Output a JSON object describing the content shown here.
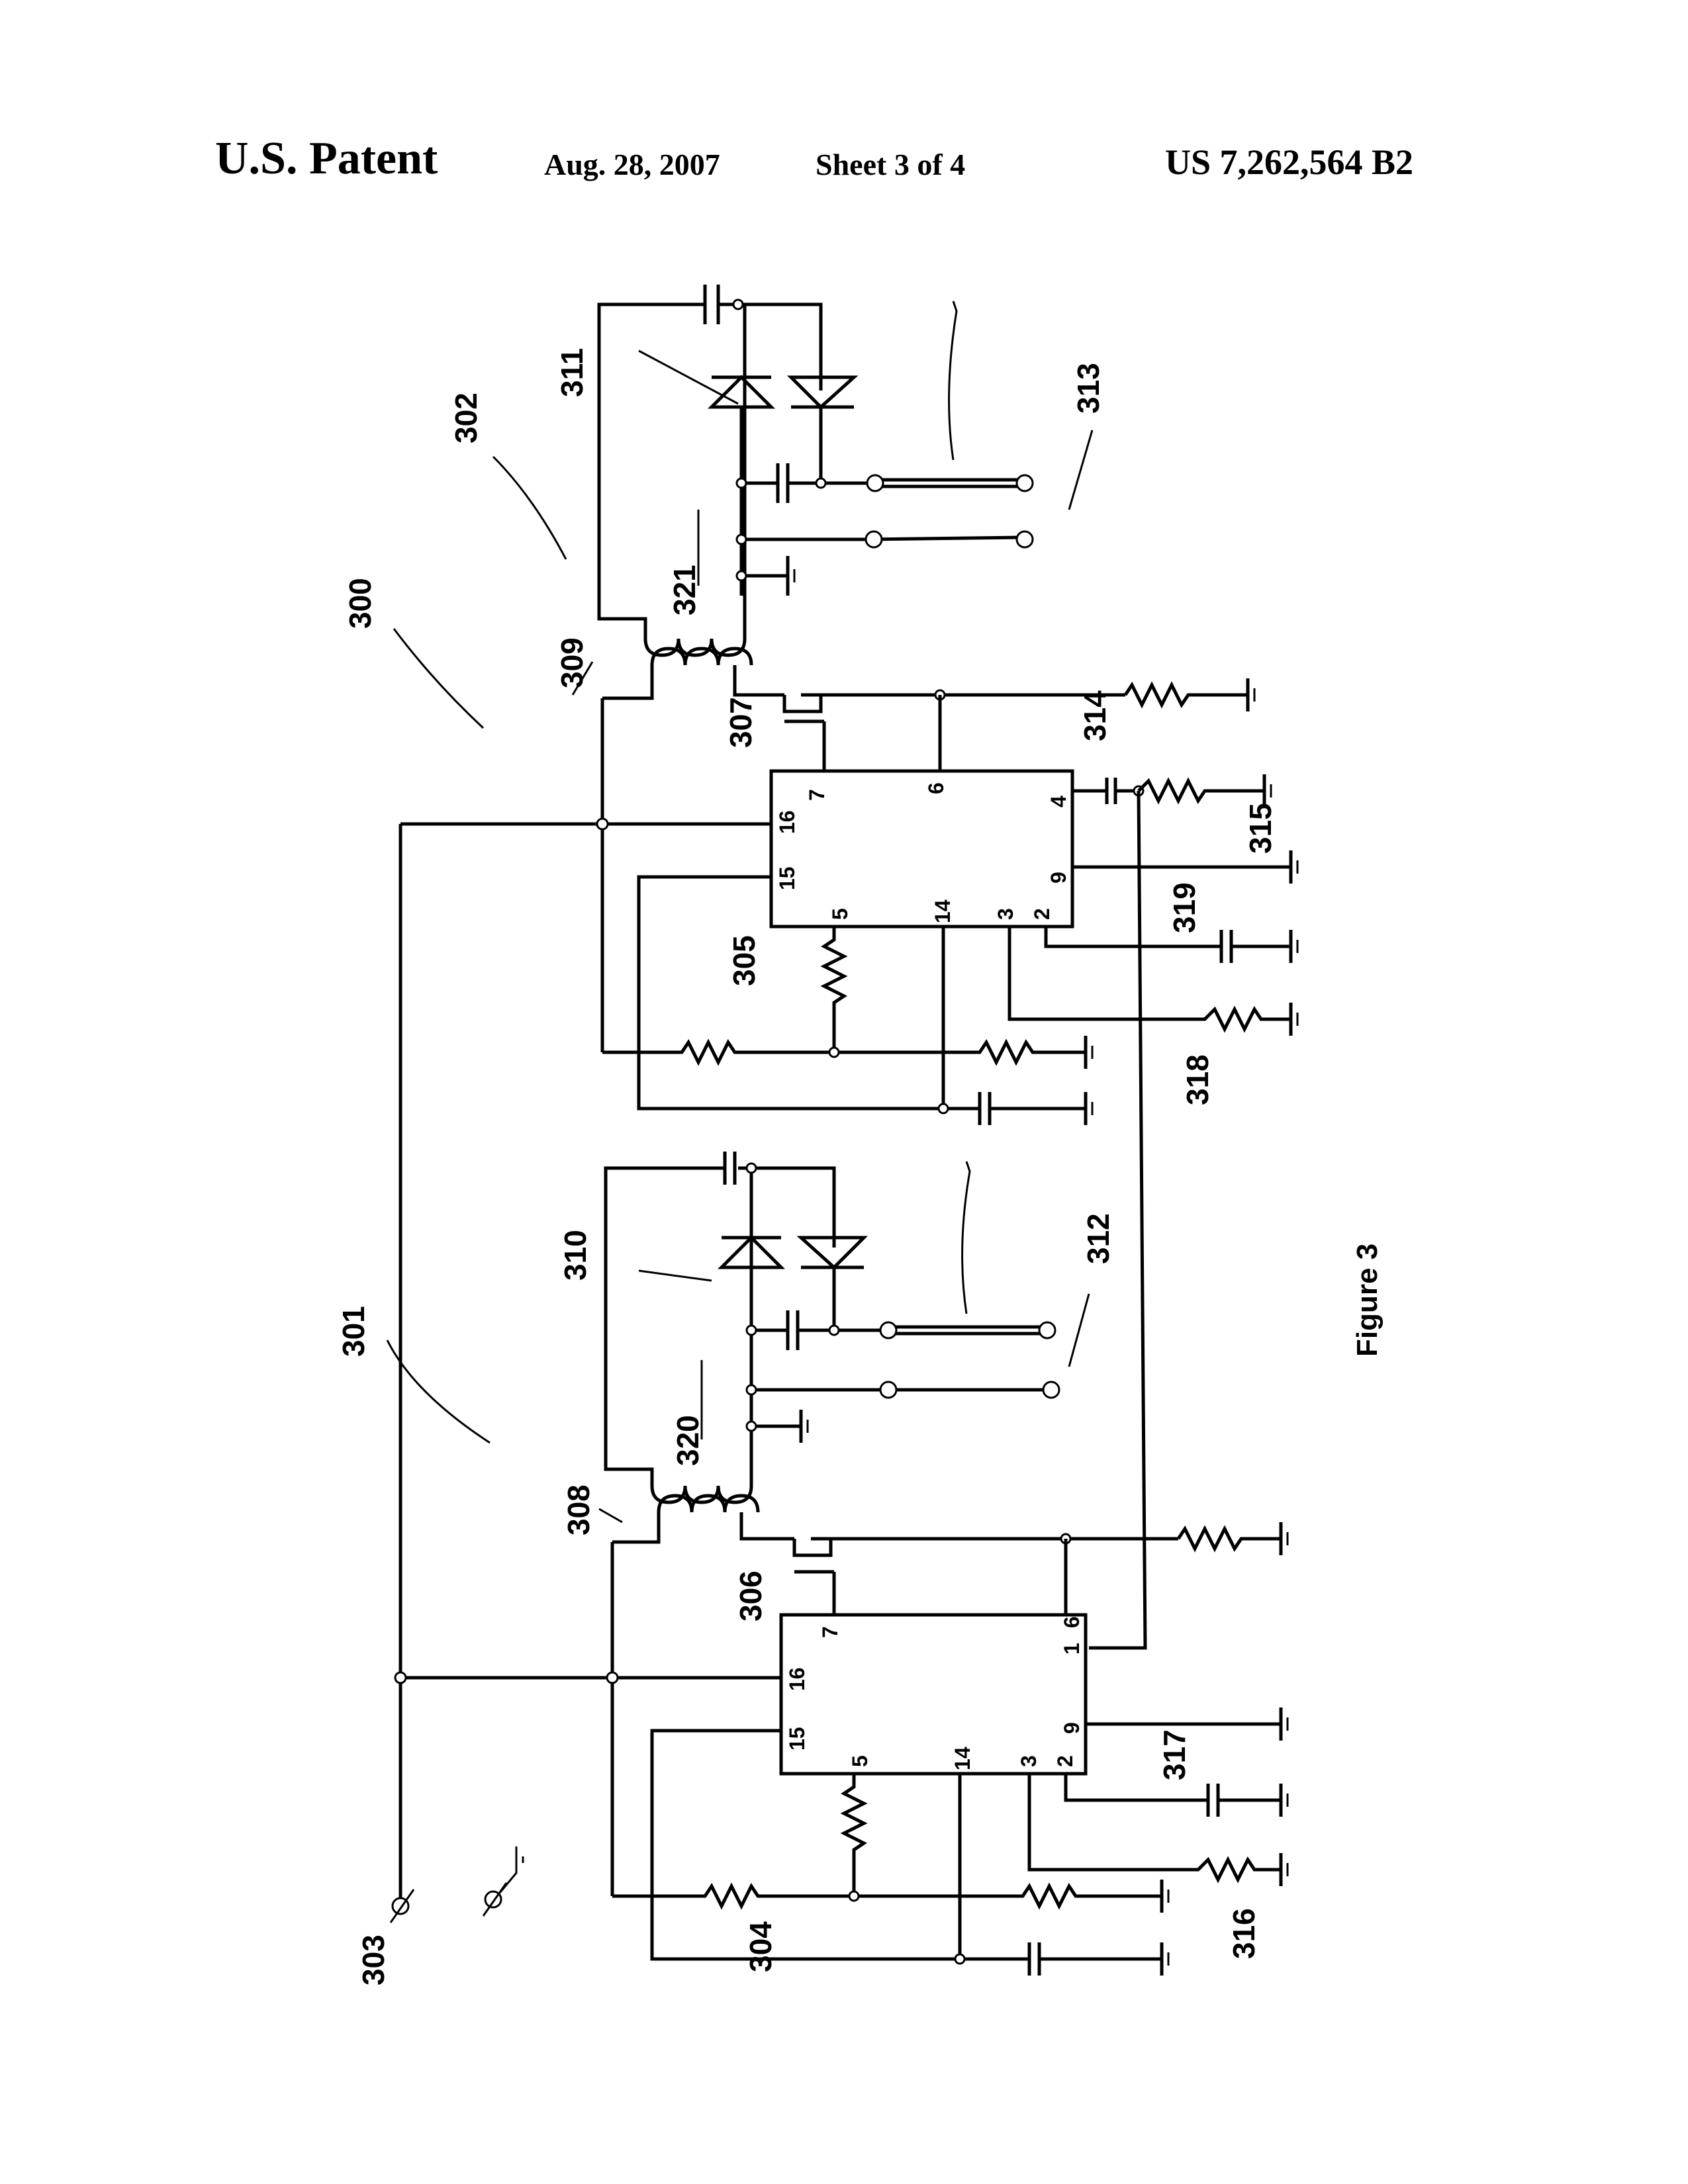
{
  "header": {
    "title": "U.S. Patent",
    "date": "Aug. 28, 2007",
    "sheet": "Sheet 3 of 4",
    "patent_number": "US 7,262,564 B2"
  },
  "figure": {
    "caption": "Figure 3",
    "reference_labels": {
      "system": "300",
      "circuit_a": "301",
      "circuit_b": "302",
      "input_terminal": "303",
      "ic_a": "304",
      "ic_b": "305",
      "switch_a": "306",
      "switch_b": "307",
      "transformer_a": "308",
      "transformer_b": "309",
      "multiplier_a": "310",
      "multiplier_b": "311",
      "electrodes_a": "312",
      "electrodes_b": "313",
      "capacitor_314": "314",
      "resistor_315": "315",
      "resistor_316": "316",
      "capacitor_317": "317",
      "resistor_318": "318",
      "capacitor_319": "319",
      "secondary_a": "320",
      "secondary_b": "321"
    },
    "ic_b_pins": [
      "7",
      "6",
      "4",
      "16",
      "15",
      "9",
      "5",
      "14",
      "3",
      "2"
    ],
    "ic_a_pins": [
      "7",
      "6",
      "1",
      "16",
      "15",
      "9",
      "5",
      "14",
      "3",
      "2"
    ]
  }
}
